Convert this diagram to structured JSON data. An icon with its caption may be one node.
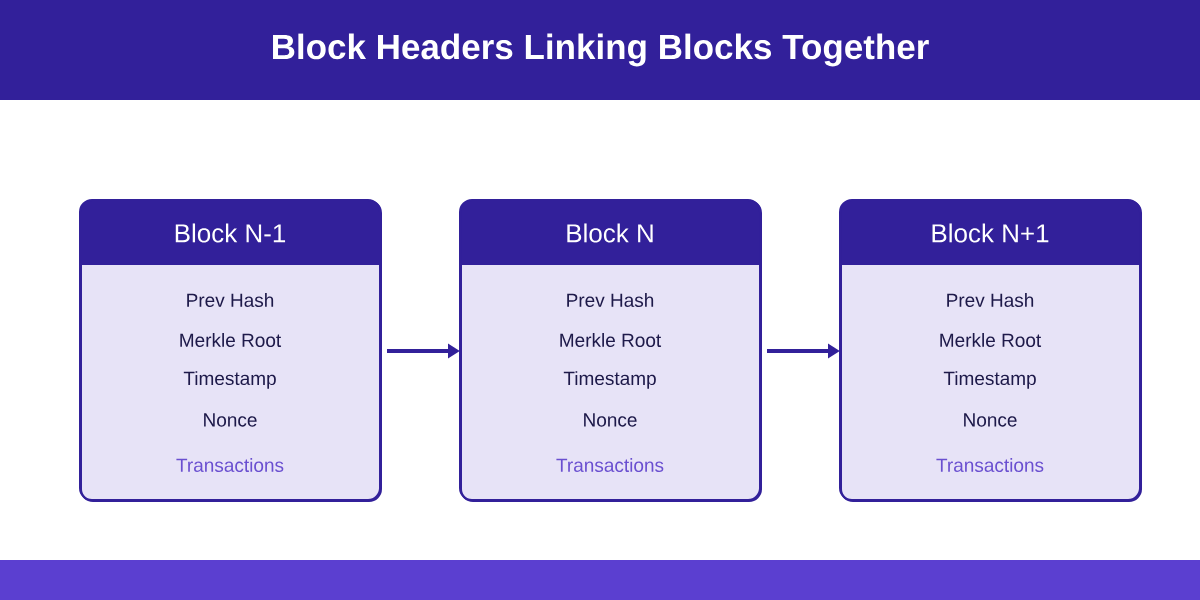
{
  "diagram": {
    "title": "Block Headers Linking Blocks Together",
    "nodes": [
      {
        "text": [
          "Block N-1",
          "Prev Hash",
          "Merkle Root",
          "Timestamp",
          "Nonce",
          "Transactions"
        ]
      },
      {
        "text": [
          "Block N",
          "Prev Hash",
          "Merkle Root",
          "Timestamp",
          "Nonce",
          "Transactions"
        ]
      },
      {
        "text": [
          "Block N+1",
          "Prev Hash",
          "Merkle Root",
          "Timestamp",
          "Nonce",
          "Transactions"
        ]
      }
    ],
    "edges": [
      {
        "from": 0,
        "to": 1,
        "arrow": "to"
      },
      {
        "from": 1,
        "to": 2,
        "arrow": "to"
      }
    ]
  }
}
